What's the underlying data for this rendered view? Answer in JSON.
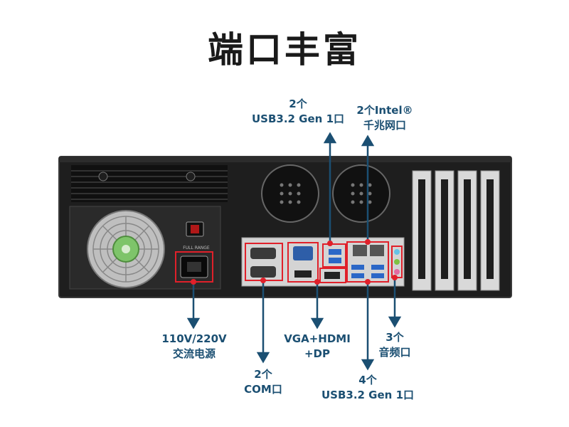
{
  "title": "端口丰富",
  "colors": {
    "accent": "#1b4f72",
    "marker": "#e0202a",
    "chassis": "#1e1e1e"
  },
  "labels": {
    "usb_top": {
      "line1": "2个",
      "line2": "USB3.2 Gen 1口"
    },
    "lan": {
      "line1": "2个Intel®",
      "line2": "千兆网口"
    },
    "power": {
      "line1": "110V/220V",
      "line2": "交流电源"
    },
    "com": {
      "line1": "2个",
      "line2": "COM口"
    },
    "video": {
      "line1": "VGA+HDMI",
      "line2": "+DP"
    },
    "audio": {
      "line1": "3个",
      "line2": "音频口"
    },
    "usb_bottom": {
      "line1": "4个",
      "line2": "USB3.2 Gen 1口"
    }
  },
  "psu_switch_label": "FULL RANGE"
}
